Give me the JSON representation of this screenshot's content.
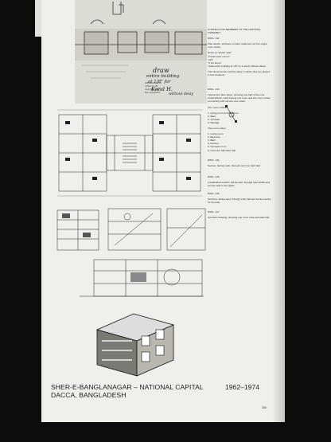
{
  "sidebar": {
    "heading": "HOSTELS FOR MEMBERS OF THE NATIONAL ASSEMBLY",
    "dwg_top": "DWG. 142",
    "dwg_top_text": "Plan sketch, entrance corridor treatment for four single room suites.",
    "dwg_top_notes": [
      "Notes on sketch read:",
      "\"Hostel suite corner\"",
      "\"soft\"",
      "\"5 1/2 doors\"",
      "\"draw entire building at 1/8\" by 4 and 8' without delay\""
    ],
    "dwg_top_tail": "This dimensional could be taken in while sites are placed in few locations.",
    "dwg_mid": "DWG. 143",
    "dwg_mid_text": "Typical four-floor plans, showing one half of the nine hostel blocks, each having one room and two room suites connecting with service core stairs.",
    "one_room": "One room suites:",
    "one_room_items": [
      "1. Living room and bedroom",
      "2. Bath",
      "3. Veranda",
      "4. Storage"
    ],
    "two_room": "Two room suites:",
    "two_room_items": [
      "1. Living room",
      "2. Bedroom",
      "3. Bath",
      "4. Kitchen",
      "5. Servants room",
      "6. Common hall sitter hall"
    ],
    "dwg_144": "DWG. 144",
    "dwg_144_text": "Section, facing north, through common stair hall.",
    "dwg_145": "DWG. 145",
    "dwg_145_text": "Longitudinal section, facing east, through stair shafts and service stair to the rights.",
    "dwg_146": "DWG. 146",
    "dwg_146_text": "Sections, facing east, through suite hall and service pantry for the kids.",
    "dwg_147": "DWG. 147",
    "dwg_147_text": "Isometric drawing, showing one room suite and stair hall."
  },
  "handwriting": {
    "line1": "draw",
    "line2": "entire building",
    "line3": "at 1/8\" for",
    "line4": "Kand H.",
    "line5": "without delay",
    "left_notes": [
      "dimensions in",
      "order to fit",
      "exactly into",
      "the program"
    ]
  },
  "footer": {
    "title_line1": "SHER-E-BANGLANAGAR – NATIONAL CAPITAL",
    "title_line2": "DACCA, BANGLADESH",
    "years": "1962–1974",
    "page_number": "350"
  },
  "colors": {
    "background": "#0c0c0c",
    "paper": "#efefeb",
    "ink": "#1e1e1e"
  }
}
